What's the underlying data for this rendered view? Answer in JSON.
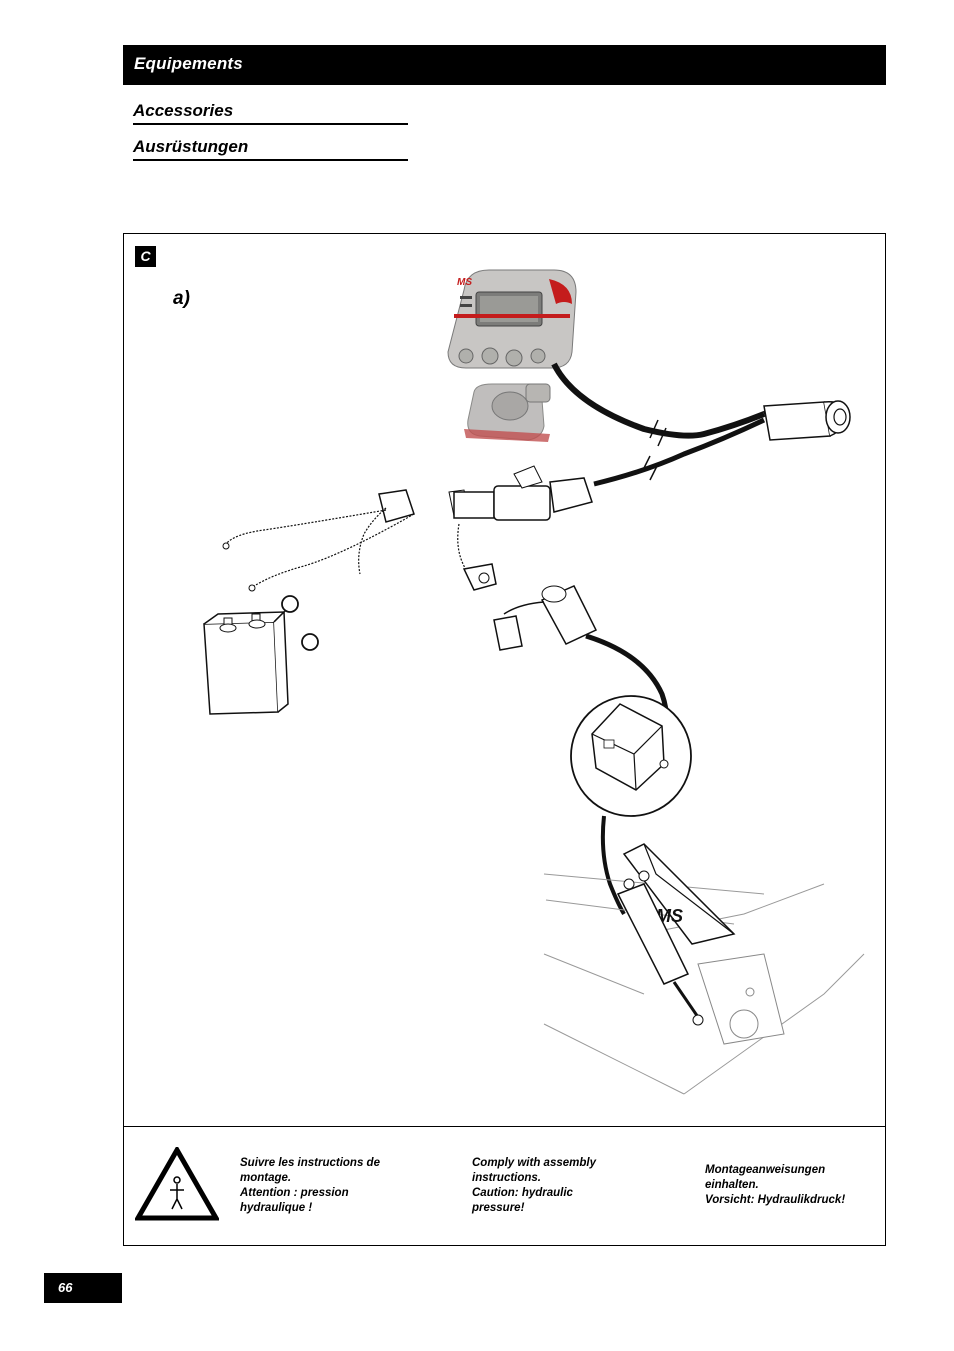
{
  "header": {
    "title": "Equipements"
  },
  "subtitles": {
    "en": "Accessories",
    "de": "Ausrüstungen"
  },
  "figure": {
    "badge": "C",
    "label": "a)",
    "device_logo": "MS",
    "bracket_logo": "MS"
  },
  "notes": {
    "fr": [
      "Suivre les instructions de",
      "montage.",
      "Attention : pression",
      "hydraulique !"
    ],
    "en": [
      "Comply with assembly",
      "instructions.",
      "Caution: hydraulic",
      "pressure!"
    ],
    "de": [
      "Montageanweisungen",
      "einhalten.",
      "Vorsicht: Hydraulikdruck!"
    ]
  },
  "warning_icon": "warning-person-triangle-icon",
  "footer": {
    "page_number": "66"
  }
}
